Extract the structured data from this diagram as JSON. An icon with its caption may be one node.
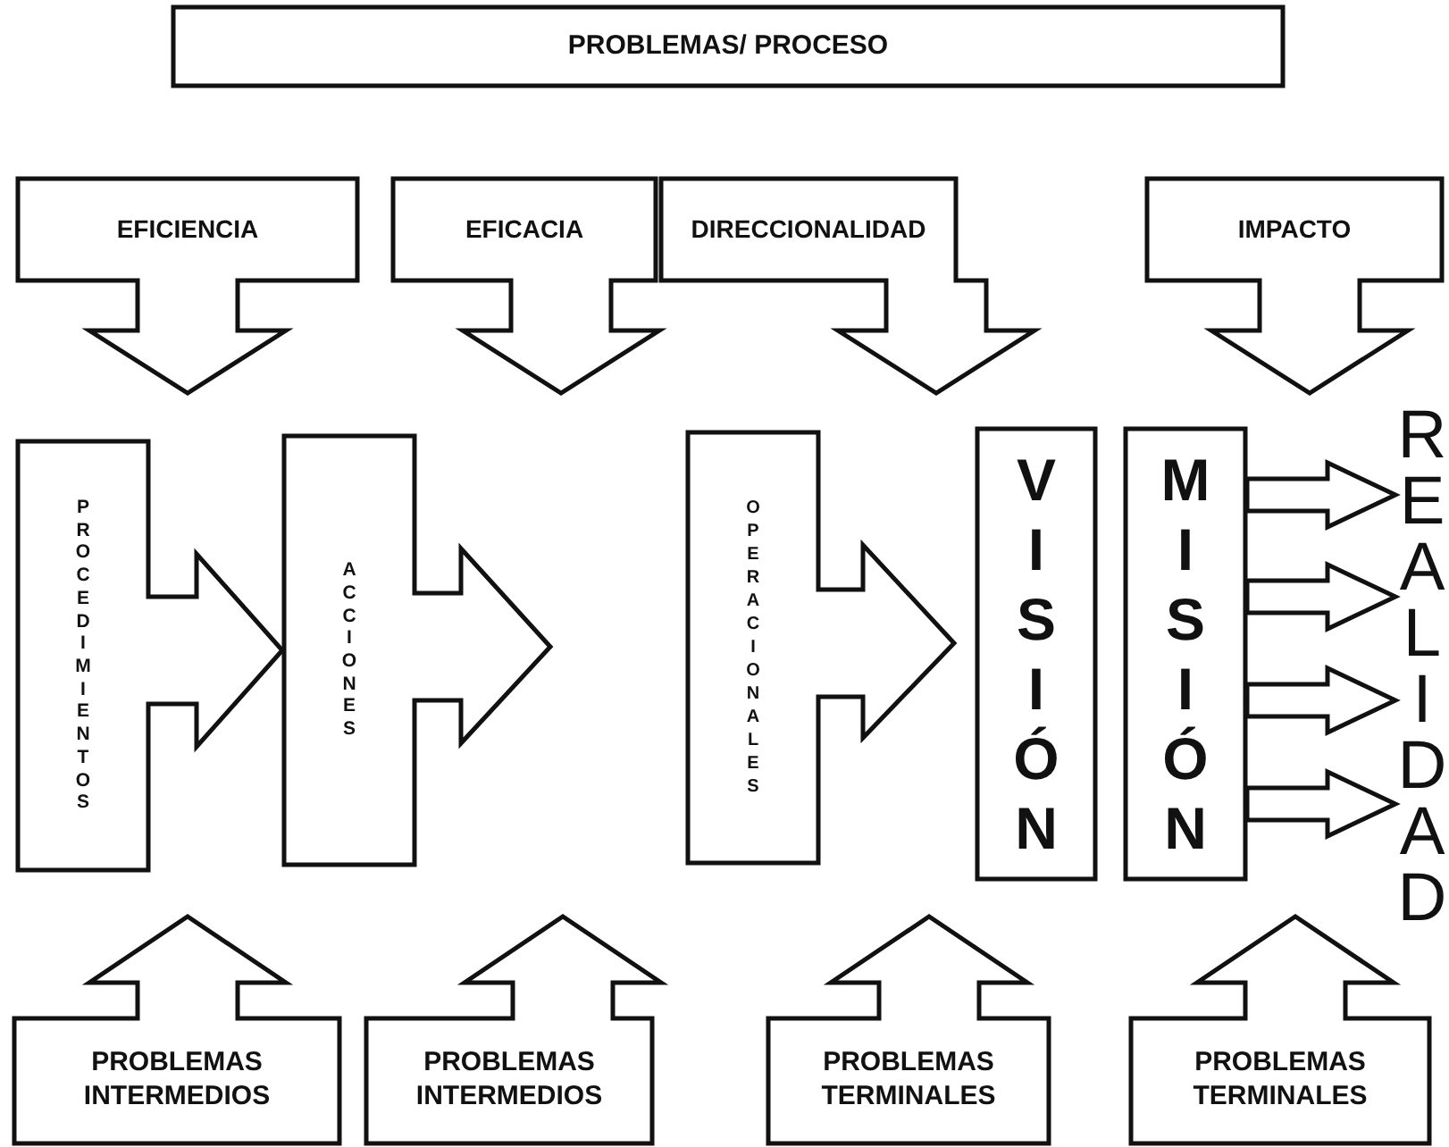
{
  "diagram": {
    "nodes": [
      {
        "text": [
          "PROBLEMAS/ PROCESO"
        ]
      },
      {
        "text": [
          "EFICIENCIA"
        ]
      },
      {
        "text": [
          "EFICACIA"
        ]
      },
      {
        "text": [
          "DIRECCIONALIDAD"
        ]
      },
      {
        "text": [
          "IMPACTO"
        ]
      },
      {
        "text": [
          "PROCEDIMIENTOS"
        ]
      },
      {
        "text": [
          "ACCIONES"
        ]
      },
      {
        "text": [
          "OPERACIONALES"
        ]
      },
      {
        "text": [
          "VISIÓN"
        ]
      },
      {
        "text": [
          "MISIÓN"
        ]
      },
      {
        "text": [
          "REALIDAD"
        ]
      },
      {
        "text": [
          "PROBLEMAS INTERMEDIOS"
        ]
      },
      {
        "text": [
          "PROBLEMAS INTERMEDIOS"
        ]
      },
      {
        "text": [
          "PROBLEMAS TERMINALES"
        ]
      },
      {
        "text": [
          "PROBLEMAS TERMINALES"
        ]
      }
    ],
    "edges": [
      {
        "from": 9,
        "to": 10,
        "arrow": "to"
      },
      {
        "from": 9,
        "to": 10,
        "arrow": "to"
      },
      {
        "from": 9,
        "to": 10,
        "arrow": "to"
      },
      {
        "from": 9,
        "to": 10,
        "arrow": "to"
      }
    ]
  }
}
